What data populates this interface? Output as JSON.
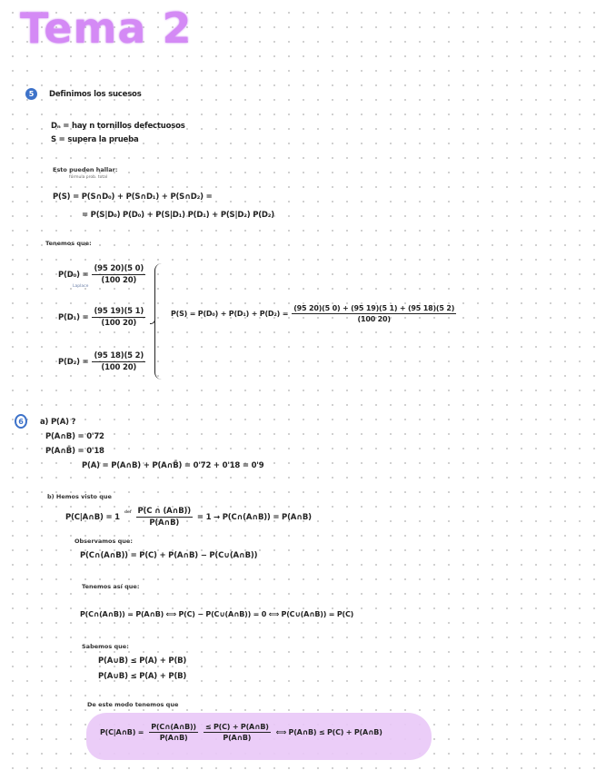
{
  "page": {
    "title": "Tema 2",
    "colors": {
      "title": "#d48af5",
      "highlight": "#e9c8f7",
      "section_marker": "#3d72c9"
    }
  },
  "section5": {
    "marker": "5",
    "heading": "Definimos los sucesos",
    "def_d": "Dₙ = hay n tornillos defectuosos",
    "def_s": "S = supera la prueba",
    "cases_intro": "Esto pueden hallar:",
    "annotation": "fórmula prob. total",
    "line1": "P(S) = P(S∩D₀) + P(S∩D₁) + P(S∩D₂) =",
    "line2": "= P(S|D₀) P(D₀) + P(S|D₁) P(D₁) + P(S|D₂) P(D₂)",
    "tenemos": "Tenemos que:",
    "laplace": "Laplace",
    "p_d0": {
      "lhs": "P(D₀) =",
      "num": "(95 20)(5 0)",
      "den": "(100 20)"
    },
    "p_d1": {
      "lhs": "P(D₁) =",
      "num": "(95 19)(5 1)",
      "den": "(100 20)"
    },
    "p_d2": {
      "lhs": "P(D₂) =",
      "num": "(95 18)(5 2)",
      "den": "(100 20)"
    },
    "total": {
      "lhs": "P(S) = P(D₀) + P(D₁) + P(D₂) =",
      "num": "(95 20)(5 0) + (95 19)(5 1) + (95 18)(5 2)",
      "den": "(100 20)"
    }
  },
  "section6": {
    "marker": "6",
    "a_label": "a) P(A) ?",
    "given1": "P(A∩B) = 0'72",
    "given2": "P(A∩B̄) = 0'18",
    "result": "P(A) = P(A∩B) + P(A∩B̄) = 0'72 + 0'18 = 0'9",
    "b_label": "b) Hemos visto que",
    "b_line_lhs": "P(C|A∩B) = 1",
    "b_line_def": "def",
    "b_frac_num": "P(C ∩ (A∩B))",
    "b_frac_den": "P(A∩B)",
    "b_line_rhs": "= 1 → P(C∩(A∩B)) = P(A∩B)",
    "obs_label": "Observamos que:",
    "obs_line": "P(C∩(A∩B)) = P(C) + P(A∩B) − P(C∪(A∩B))",
    "asi_label": "Tenemos así que:",
    "asi_line": "P(C∩(A∩B)) = P(A∩B) ⟺ P(C) − P(C∪(A∩B)) = 0 ⟺ P(C∪(A∩B)) = P(C)",
    "sabemos_label": "Sabemos que:",
    "sabemos_1": "P(A∪B) ≤ P(A) + P(B)",
    "sabemos_2": "P(A∪B) ≤ P(A) + P(B)",
    "modo_label": "De este modo tenemos que",
    "final_lhs": "P(C|A∩B) =",
    "final_frac1_num": "P(C∩(A∩B))",
    "final_frac1_den": "P(A∩B)",
    "final_frac2_num": "≤ P(C) + P(A∩B)",
    "final_frac2_den": "P(A∩B)",
    "final_rhs": "⟺ P(A∩B) ≤ P(C) + P(A∩B)"
  }
}
